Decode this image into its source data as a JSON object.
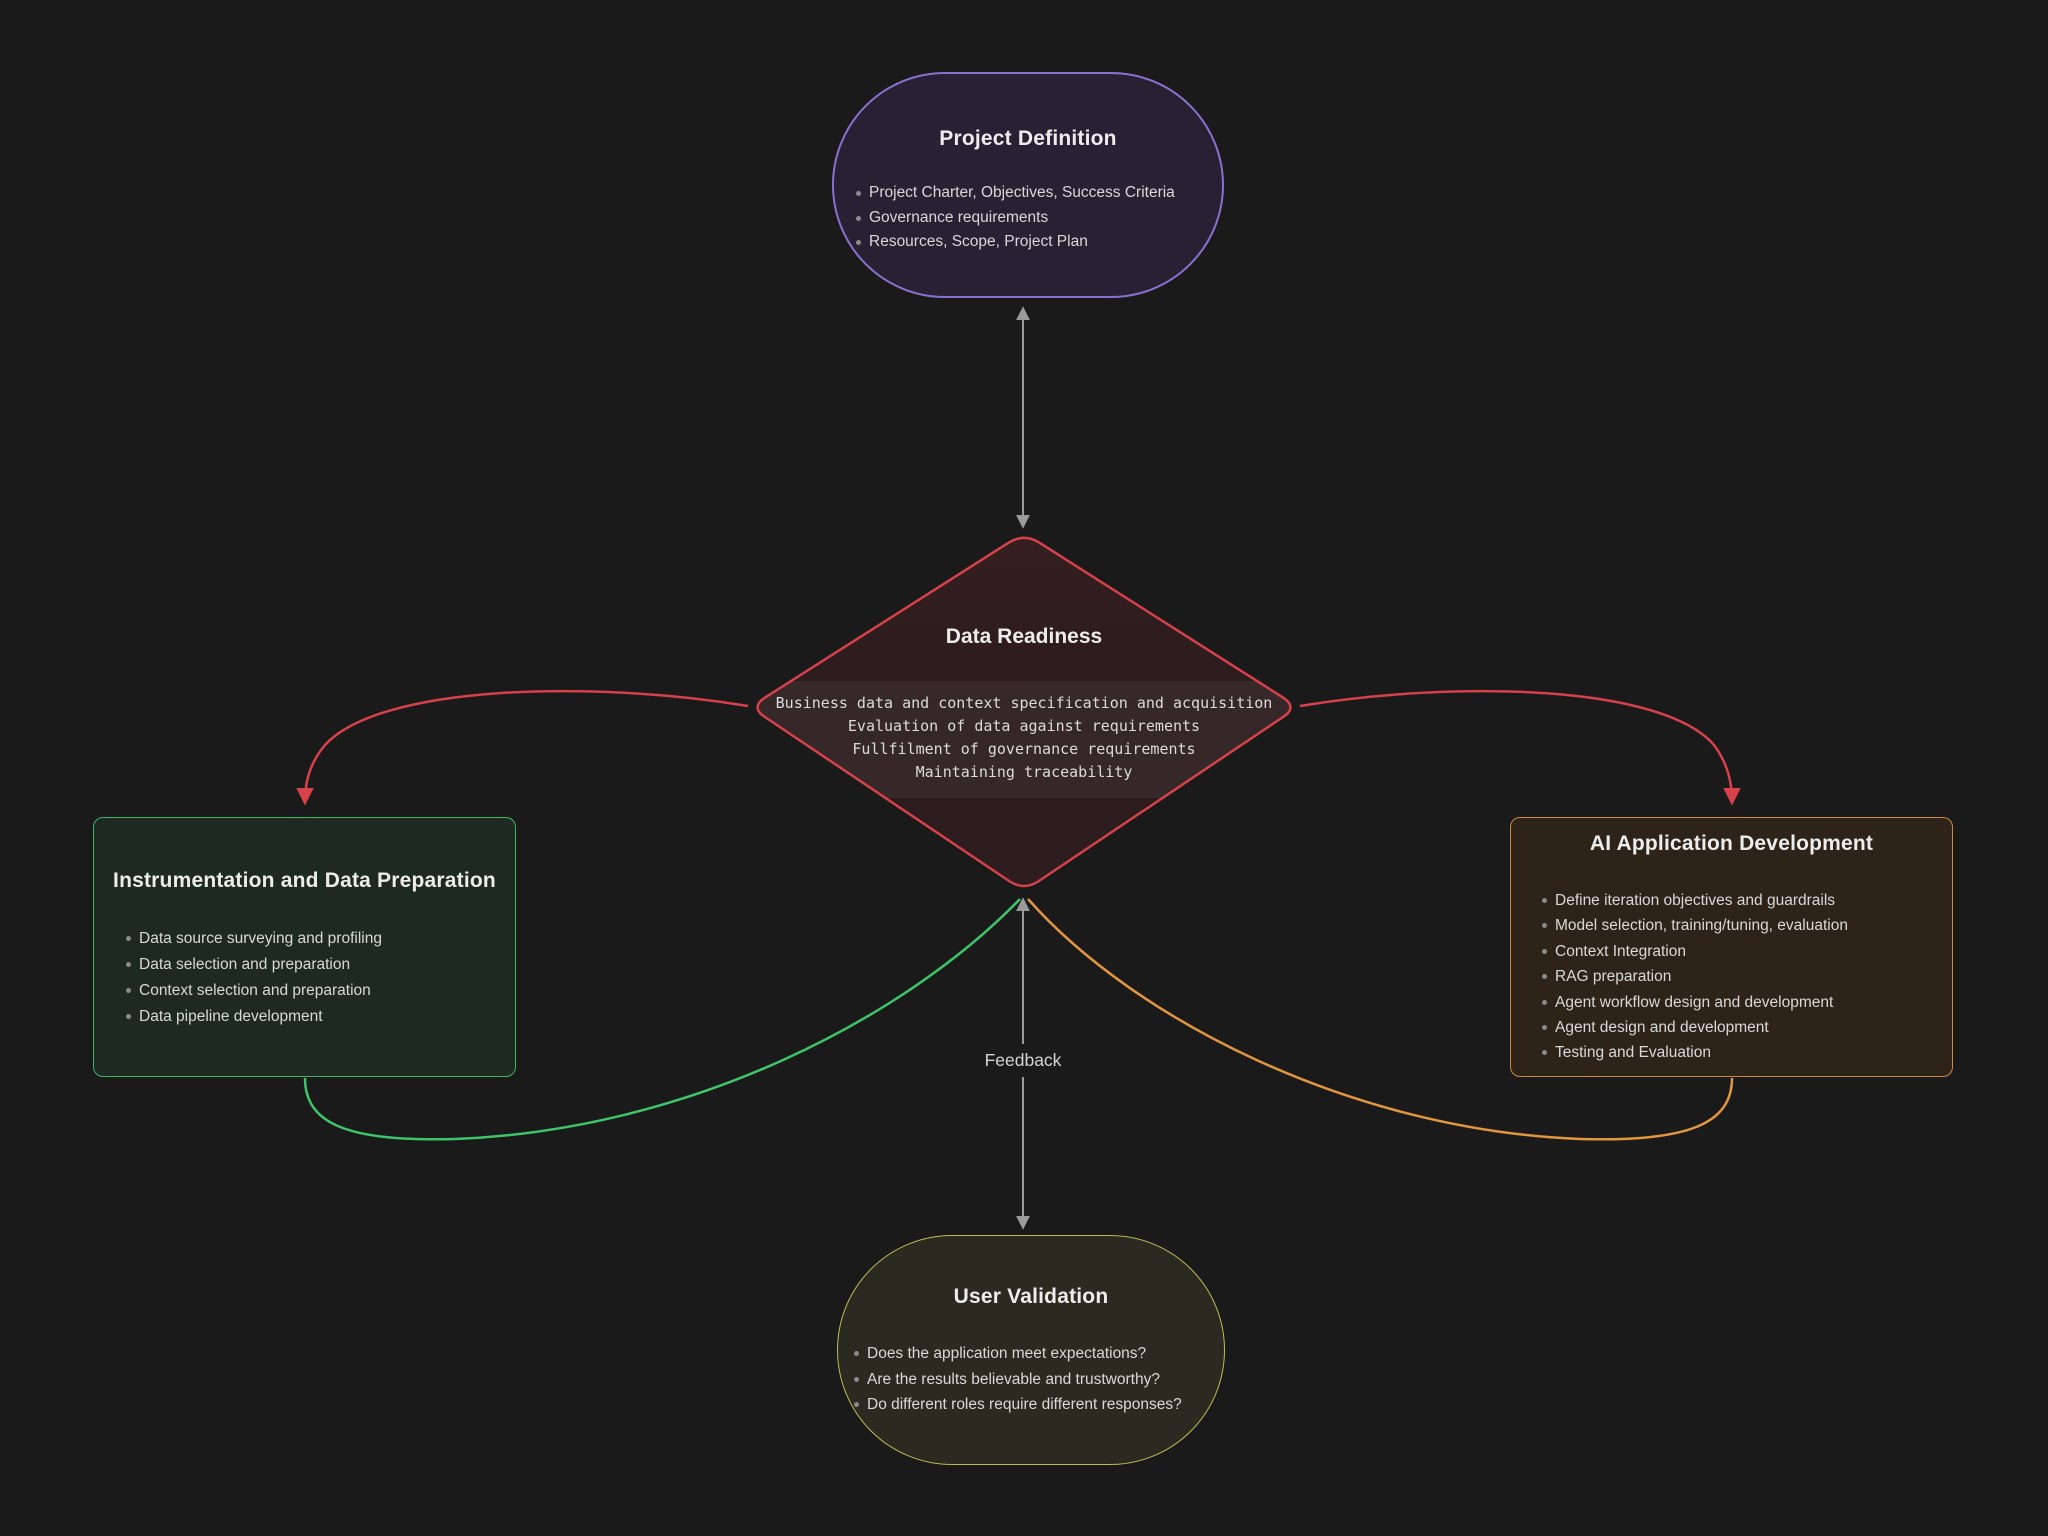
{
  "colors": {
    "background": "#1a1a1a",
    "arrow_gray": "#9a9a9a",
    "red": "#d7414b",
    "green": "#3ec46a",
    "orange": "#e2963f",
    "purple": "#8673cf",
    "green_border": "#3db563",
    "orange_border": "#cd8a3e",
    "olive": "#b9bd55"
  },
  "nodes": {
    "project_definition": {
      "title": "Project Definition",
      "items": [
        "Project Charter, Objectives, Success Criteria",
        "Governance requirements",
        "Resources, Scope, Project Plan"
      ]
    },
    "data_readiness": {
      "title": "Data Readiness",
      "items": [
        "Business data and context specification and acquisition",
        "Evaluation of data against requirements",
        "Fullfilment of governance requirements",
        "Maintaining traceability"
      ]
    },
    "instrumentation_and_data_preparation": {
      "title": "Instrumentation and Data Preparation",
      "items": [
        "Data source surveying and profiling",
        "Data selection and preparation",
        "Context selection and preparation",
        "Data pipeline development"
      ]
    },
    "ai_application_development": {
      "title": "AI Application Development",
      "items": [
        "Define iteration objectives and guardrails",
        "Model selection, training/tuning, evaluation",
        "Context Integration",
        "RAG preparation",
        "Agent workflow design and development",
        "Agent design and development",
        "Testing and Evaluation"
      ]
    },
    "user_validation": {
      "title": "User Validation",
      "items": [
        "Does the application meet expectations?",
        "Are the results believable and trustworthy?",
        "Do different roles require different responses?"
      ]
    }
  },
  "edges": {
    "feedback_label": "Feedback"
  }
}
